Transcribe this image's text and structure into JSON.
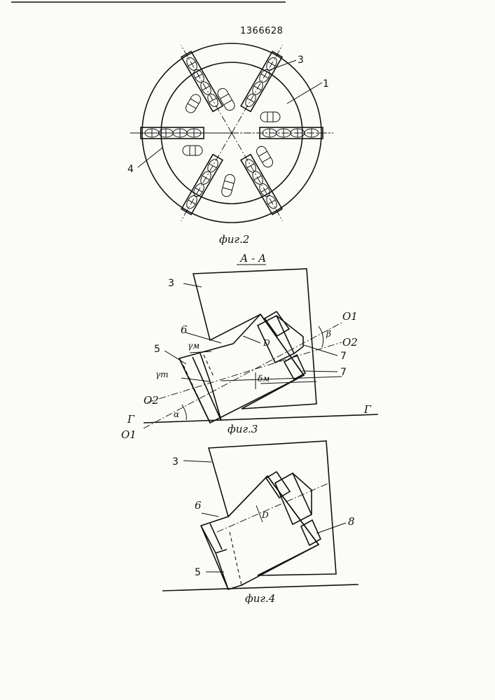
{
  "patent_number": "1366628",
  "fig2": {
    "caption": "фиг.2",
    "labels": {
      "l3": "3",
      "l1": "1",
      "l4": "4"
    }
  },
  "fig3": {
    "section": "А - А",
    "caption": "фиг.3",
    "labels": {
      "l3": "3",
      "l6": "6",
      "l5": "5",
      "l7a": "7",
      "l7b": "7",
      "O1_right": "O1",
      "O2_right": "O2",
      "O2_left": "O2",
      "O1_left": "O1",
      "G_left": "Г",
      "G_right": "Г",
      "D": "D",
      "beta": "β",
      "alpha": "α",
      "gamma_m": "γм",
      "gamma_t": "γт",
      "delta_m": "δм"
    }
  },
  "fig4": {
    "caption": "фиг.4",
    "labels": {
      "l3": "3",
      "l6": "6",
      "l5": "5",
      "l8": "8",
      "D": "D"
    }
  }
}
